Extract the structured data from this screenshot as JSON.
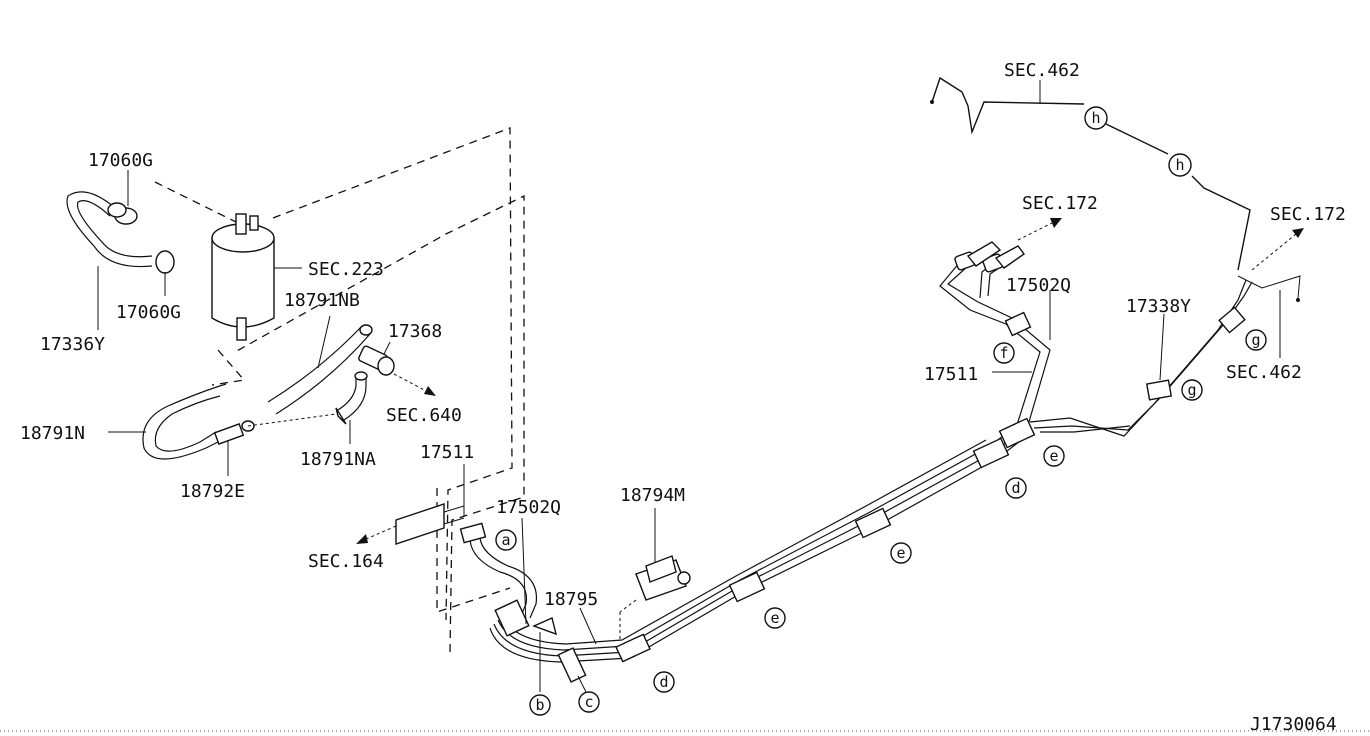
{
  "diagram": {
    "ref_code": "J1730064",
    "labels": {
      "p17060G_a": "17060G",
      "p17060G_b": "17060G",
      "p17336Y": "17336Y",
      "sec223": "SEC.223",
      "p18791NB": "18791NB",
      "p17368": "17368",
      "sec640": "SEC.640",
      "p18791N": "18791N",
      "p18791NA": "18791NA",
      "p18792E": "18792E",
      "p17511_a": "17511",
      "p17502Q_a": "17502Q",
      "sec164": "SEC.164",
      "p18794M": "18794M",
      "p18795": "18795",
      "sec462_a": "SEC.462",
      "sec172_a": "SEC.172",
      "sec172_b": "SEC.172",
      "p17502Q_b": "17502Q",
      "p17338Y": "17338Y",
      "sec462_b": "SEC.462",
      "p17511_b": "17511"
    },
    "clip_markers": {
      "a": "a",
      "b": "b",
      "c": "c",
      "d": "d",
      "e": "e",
      "f": "f",
      "g": "g",
      "h": "h"
    }
  }
}
